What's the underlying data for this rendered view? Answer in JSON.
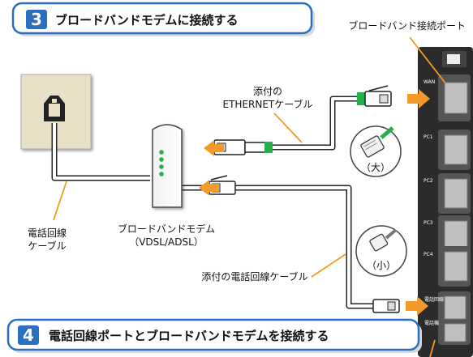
{
  "step3": {
    "number": "3",
    "title": "ブロードバンドモデムに接続する"
  },
  "step4": {
    "number": "4",
    "title": "電話回線ポートとブロードバンドモデムを接続する"
  },
  "labels": {
    "broadband_port": "ブロードバンド接続ポート",
    "ethernet_cable_line1": "添付の",
    "ethernet_cable_line2": "ETHERNETケーブル",
    "phone_line_cable_line1": "電話回線",
    "phone_line_cable_line2": "ケーブル",
    "modem_line1": "ブロードバンドモデム",
    "modem_line2": "（VDSL/ADSL）",
    "attached_phone_cable": "添付の電話回線ケーブル",
    "large": "（大）",
    "small": "（小）"
  },
  "ports": {
    "wan": "WAN",
    "pc1": "PC1",
    "pc2": "PC2",
    "pc3": "PC3",
    "pc4": "PC4",
    "line_a": "電話回線",
    "line_b": "電話機"
  },
  "colors": {
    "step_blue": "#2a6fc0",
    "accent_orange": "#f39a2a",
    "device_panel": "#2b2b2b",
    "connector_green": "#22b14c",
    "wall_plate": "#e9e0c8"
  },
  "icons": {
    "wall_jack": "phone-jack-icon",
    "modem": "modem-icon",
    "large_plug": "rj45-plug-icon",
    "small_plug": "rj11-plug-icon"
  }
}
